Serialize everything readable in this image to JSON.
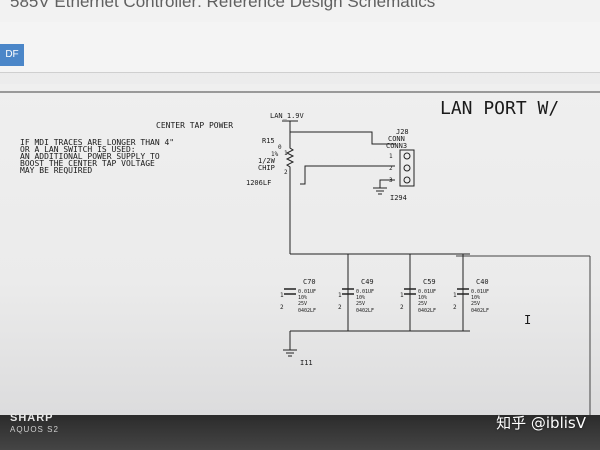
{
  "window": {
    "title": "585V Ethernet Controller: Reference Design Schematics",
    "pdf_tab": "DF"
  },
  "schematic": {
    "page_title": "LAN PORT W/",
    "center_tap_power": "CENTER TAP POWER",
    "note_lines": [
      "IF MDI TRACES ARE LONGER THAN 4\"",
      "OR A LAN SWITCH IS USED:",
      "AN ADDITIONAL POWER SUPPLY TO",
      "BOOST THE CENTER TAP VOLTAGE",
      "MAY BE REQUIRED"
    ],
    "power_net": "LAN_1.9V",
    "resistor": {
      "ref": "R15",
      "value": "0",
      "pin1": "1",
      "value2": "1%",
      "power": "1/2W",
      "type": "CHIP",
      "pin2": "2",
      "package": "1206LF"
    },
    "connector": {
      "ref": "J28",
      "type": "CONN",
      "part": "CONN3",
      "pins": [
        "1",
        "2",
        "3"
      ]
    },
    "ground_ref": "I294",
    "bottom_ground": "I11",
    "capacitors": [
      {
        "ref": "C70",
        "value": "0.01UF",
        "tol": "10%",
        "volt": "25V",
        "pkg": "0402LF",
        "pin1": "1",
        "pin2": "2"
      },
      {
        "ref": "C49",
        "value": "0.01UF",
        "tol": "10%",
        "volt": "25V",
        "pkg": "0402LF",
        "pin1": "1",
        "pin2": "2"
      },
      {
        "ref": "C59",
        "value": "0.01UF",
        "tol": "10%",
        "volt": "25V",
        "pkg": "0402LF",
        "pin1": "1",
        "pin2": "2"
      },
      {
        "ref": "C40",
        "value": "0.01UF",
        "tol": "10%",
        "volt": "25V",
        "pkg": "0402LF",
        "pin1": "1",
        "pin2": "2"
      }
    ]
  },
  "photo": {
    "brand": "SHARP",
    "model": "AQUOS S2",
    "watermark": "知乎 @iblisV"
  }
}
